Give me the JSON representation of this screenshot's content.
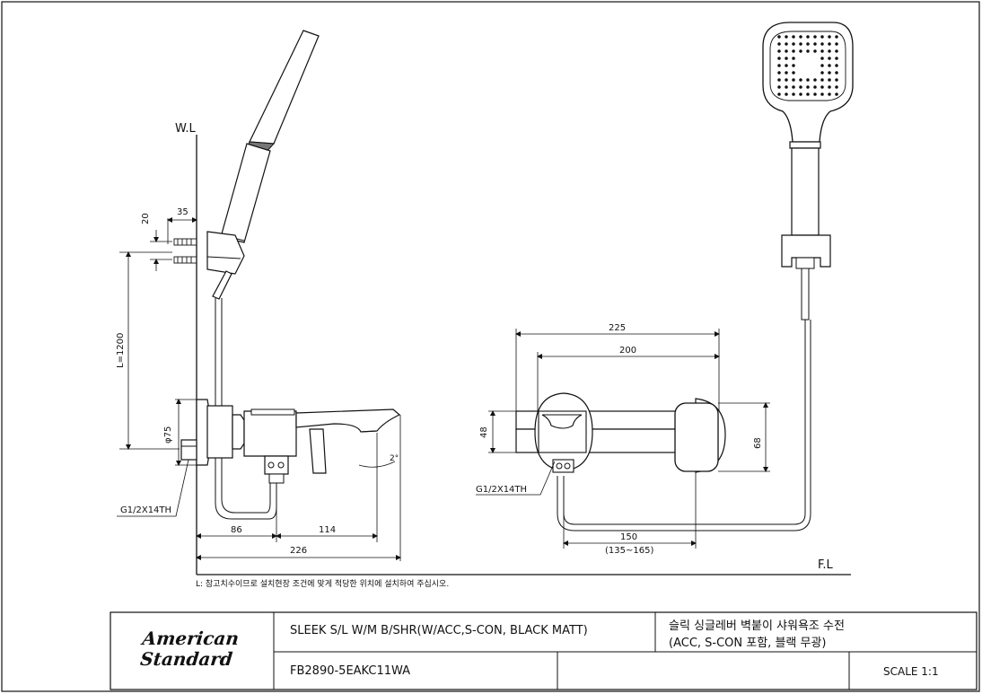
{
  "drawing": {
    "labels": {
      "wl": "W.L",
      "fl": "F.L",
      "note": "L:  참고치수이므로 설치현장 조건에 맞게 적당한 위치에 설치하여 주십시오."
    },
    "dimensions": {
      "side": {
        "d35": "35",
        "d20": "20",
        "length": "L=1200",
        "dia": "φ75",
        "angle": "2°",
        "d86": "86",
        "d114": "114",
        "d226": "226",
        "thread": "G1/2X14TH"
      },
      "front": {
        "d225": "225",
        "d200": "200",
        "d48": "48",
        "d68": "68",
        "d150": "150",
        "range": "(135~165)",
        "thread": "G1/2X14TH"
      }
    }
  },
  "title_block": {
    "logo_line1": "American",
    "logo_line2": "Standard",
    "name_en": "SLEEK S/L W/M B/SHR(W/ACC,S-CON, BLACK MATT)",
    "name_ko_line1": "슬릭 싱글레버 벽붙이 샤워욕조 수전",
    "name_ko_line2": "(ACC, S-CON 포함, 블랙 무광)",
    "model": "FB2890-5EAKC11WA",
    "scale": "SCALE 1:1"
  }
}
